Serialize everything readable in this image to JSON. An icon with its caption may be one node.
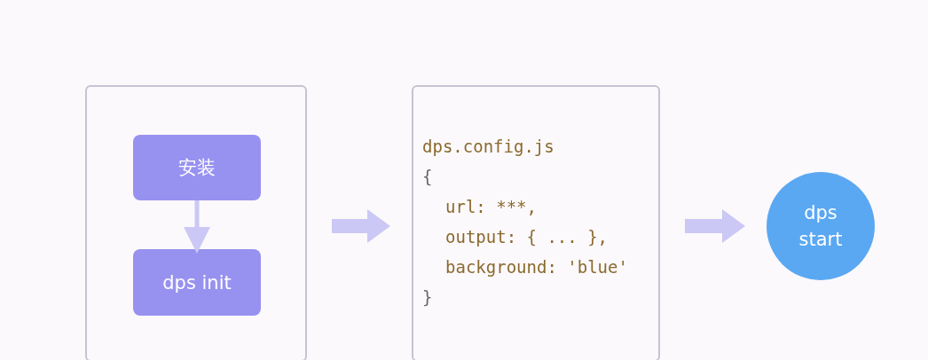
{
  "diagram": {
    "nodes": [
      {
        "text": [],
        "shape": "box"
      },
      {
        "text": [
          "安装"
        ],
        "in": 0
      },
      {
        "text": [
          "dps init"
        ],
        "in": 0
      },
      {
        "text": [
          "dps.config.js",
          "{",
          "url: ***,",
          "output: { ... },",
          "background: 'blue'",
          "}"
        ]
      },
      {
        "text": [
          "dps start"
        ]
      }
    ],
    "edges": [
      {
        "from": 1,
        "to": 2,
        "arrow": "to"
      },
      {
        "from": 0,
        "to": 3,
        "arrow": "to",
        "style": "thick"
      },
      {
        "from": 3,
        "to": 4,
        "arrow": "to",
        "style": "thick"
      }
    ]
  }
}
